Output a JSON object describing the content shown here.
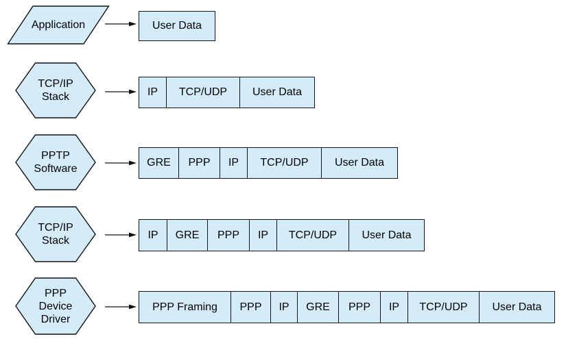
{
  "colors": {
    "shape_fill": "#d4ecfa",
    "line": "#111111",
    "text": "#000000",
    "background": "#ffffff"
  },
  "rows": [
    {
      "shape": "parallelogram",
      "shape_label": "Application",
      "shape_lines": [
        "Application"
      ],
      "boxes": [
        {
          "label": "User Data",
          "width": 110
        }
      ]
    },
    {
      "shape": "hexagon",
      "shape_label": "TCP/IP Stack",
      "shape_lines": [
        "TCP/IP",
        "Stack"
      ],
      "boxes": [
        {
          "label": "IP",
          "width": 40
        },
        {
          "label": "TCP/UDP",
          "width": 107
        },
        {
          "label": "User Data",
          "width": 108
        }
      ]
    },
    {
      "shape": "hexagon",
      "shape_label": "PPTP Software",
      "shape_lines": [
        "PPTP",
        "Software"
      ],
      "boxes": [
        {
          "label": "GRE",
          "width": 58
        },
        {
          "label": "PPP",
          "width": 60
        },
        {
          "label": "IP",
          "width": 40
        },
        {
          "label": "TCP/UDP",
          "width": 108
        },
        {
          "label": "User Data",
          "width": 110
        }
      ]
    },
    {
      "shape": "hexagon",
      "shape_label": "TCP/IP Stack",
      "shape_lines": [
        "TCP/IP",
        "Stack"
      ],
      "boxes": [
        {
          "label": "IP",
          "width": 41
        },
        {
          "label": "GRE",
          "width": 59
        },
        {
          "label": "PPP",
          "width": 61
        },
        {
          "label": "IP",
          "width": 40
        },
        {
          "label": "TCP/UDP",
          "width": 105
        },
        {
          "label": "User Data",
          "width": 109
        }
      ]
    },
    {
      "shape": "hexagon",
      "shape_label": "PPP Device Driver",
      "shape_lines": [
        "PPP",
        "Device",
        "Driver"
      ],
      "boxes": [
        {
          "label": "PPP Framing",
          "width": 134
        },
        {
          "label": "PPP",
          "width": 58
        },
        {
          "label": "IP",
          "width": 39
        },
        {
          "label": "GRE",
          "width": 60
        },
        {
          "label": "PPP",
          "width": 61
        },
        {
          "label": "IP",
          "width": 40
        },
        {
          "label": "TCP/UDP",
          "width": 104
        },
        {
          "label": "User Data",
          "width": 109
        }
      ]
    }
  ]
}
